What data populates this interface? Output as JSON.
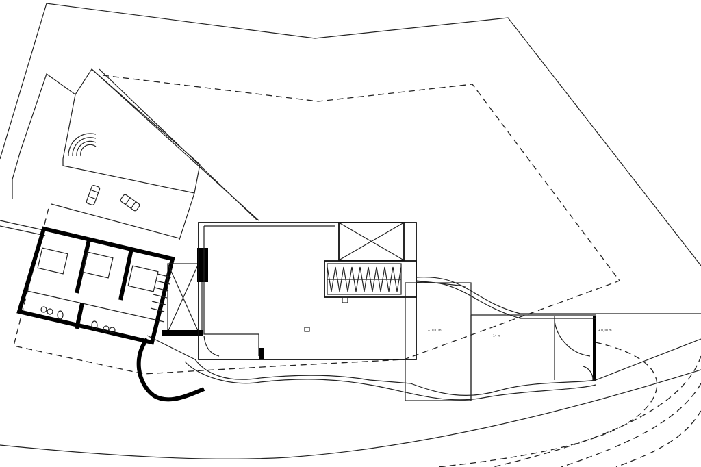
{
  "drawing": {
    "type": "architectural site floor plan",
    "levels": [
      {
        "id": "level-1",
        "text": "+ 0,00 m"
      },
      {
        "id": "length",
        "text": "14 m"
      },
      {
        "id": "level-2",
        "text": "+ 0,00 m"
      }
    ]
  }
}
